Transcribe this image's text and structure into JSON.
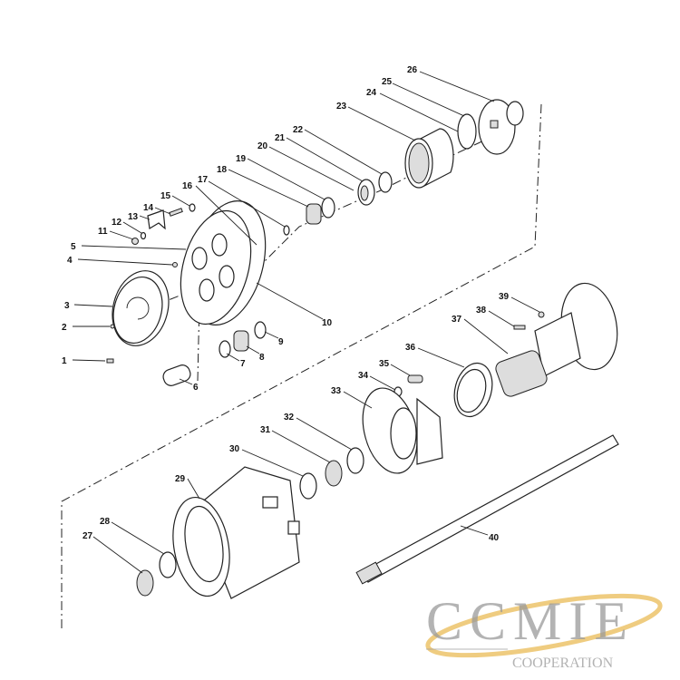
{
  "labels": {
    "p1": "1",
    "p2": "2",
    "p3": "3",
    "p4": "4",
    "p5": "5",
    "p6": "6",
    "p7": "7",
    "p8": "8",
    "p9": "9",
    "p10": "10",
    "p11": "11",
    "p12": "12",
    "p13": "13",
    "p14": "14",
    "p15": "15",
    "p16": "16",
    "p17": "17",
    "p18": "18",
    "p19": "19",
    "p20": "20",
    "p21": "21",
    "p22": "22",
    "p23": "23",
    "p24": "24",
    "p25": "25",
    "p26": "26",
    "p27": "27",
    "p28": "28",
    "p29": "29",
    "p30": "30",
    "p31": "31",
    "p32": "32",
    "p33": "33",
    "p34": "34",
    "p35": "35",
    "p36": "36",
    "p37": "37",
    "p38": "38",
    "p39": "39",
    "p40": "40"
  },
  "watermark": {
    "brand": "CCMIE",
    "sub": "COOPERATION",
    "accent": "#e8b64a"
  }
}
